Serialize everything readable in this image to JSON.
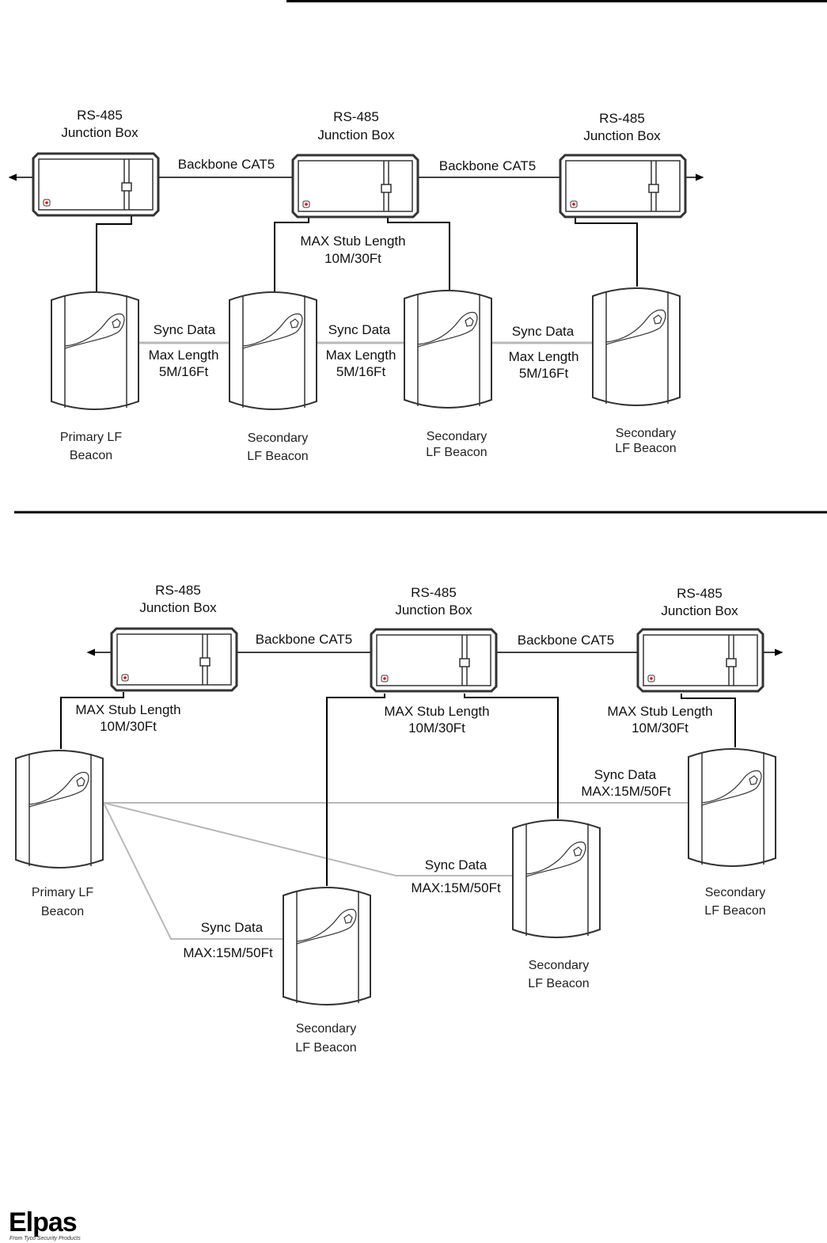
{
  "colors": {
    "line": "#000000",
    "sync_line": "#b8b8b8",
    "device_stroke": "#333333",
    "led": "#e00000"
  },
  "diagram_top": {
    "junction_boxes": [
      {
        "title_line1": "RS-485",
        "title_line2": "Junction Box"
      },
      {
        "title_line1": "RS-485",
        "title_line2": "Junction Box"
      },
      {
        "title_line1": "RS-485",
        "title_line2": "Junction Box"
      }
    ],
    "backbone_labels": [
      "Backbone CAT5",
      "Backbone CAT5"
    ],
    "stub_label": {
      "line1": "MAX Stub Length",
      "line2": "10M/30Ft"
    },
    "beacons": [
      {
        "line1": "Primary LF",
        "line2": "Beacon"
      },
      {
        "line1": "Secondary",
        "line2": "LF Beacon"
      },
      {
        "line1": "Secondary",
        "line2": "LF Beacon"
      },
      {
        "line1": "Secondary",
        "line2": "LF Beacon"
      }
    ],
    "sync_links": [
      {
        "title": "Sync Data",
        "line1": "Max Length",
        "line2": "5M/16Ft"
      },
      {
        "title": "Sync Data",
        "line1": "Max Length",
        "line2": "5M/16Ft"
      },
      {
        "title": "Sync Data",
        "line1": "Max Length",
        "line2": "5M/16Ft"
      }
    ]
  },
  "diagram_bottom": {
    "junction_boxes": [
      {
        "title_line1": "RS-485",
        "title_line2": "Junction Box"
      },
      {
        "title_line1": "RS-485",
        "title_line2": "Junction Box"
      },
      {
        "title_line1": "RS-485",
        "title_line2": "Junction Box"
      }
    ],
    "backbone_labels": [
      "Backbone CAT5",
      "Backbone CAT5"
    ],
    "stub_labels": [
      {
        "line1": "MAX Stub Length",
        "line2": "10M/30Ft"
      },
      {
        "line1": "MAX Stub Length",
        "line2": "10M/30Ft"
      },
      {
        "line1": "MAX Stub Length",
        "line2": "10M/30Ft"
      }
    ],
    "beacons": [
      {
        "line1": "Primary LF",
        "line2": "Beacon"
      },
      {
        "line1": "Secondary",
        "line2": "LF Beacon"
      },
      {
        "line1": "Secondary",
        "line2": "LF Beacon"
      },
      {
        "line1": "Secondary",
        "line2": "LF Beacon"
      }
    ],
    "sync_links": [
      {
        "title": "Sync Data",
        "line1": "MAX:15M/50Ft"
      },
      {
        "title": "Sync Data",
        "line1": "MAX:15M/50Ft"
      },
      {
        "title": "Sync Data",
        "line1": "MAX:15M/50Ft"
      }
    ]
  },
  "footer": {
    "logo": "Elpas",
    "tagline": "From Tyco Security Products"
  }
}
